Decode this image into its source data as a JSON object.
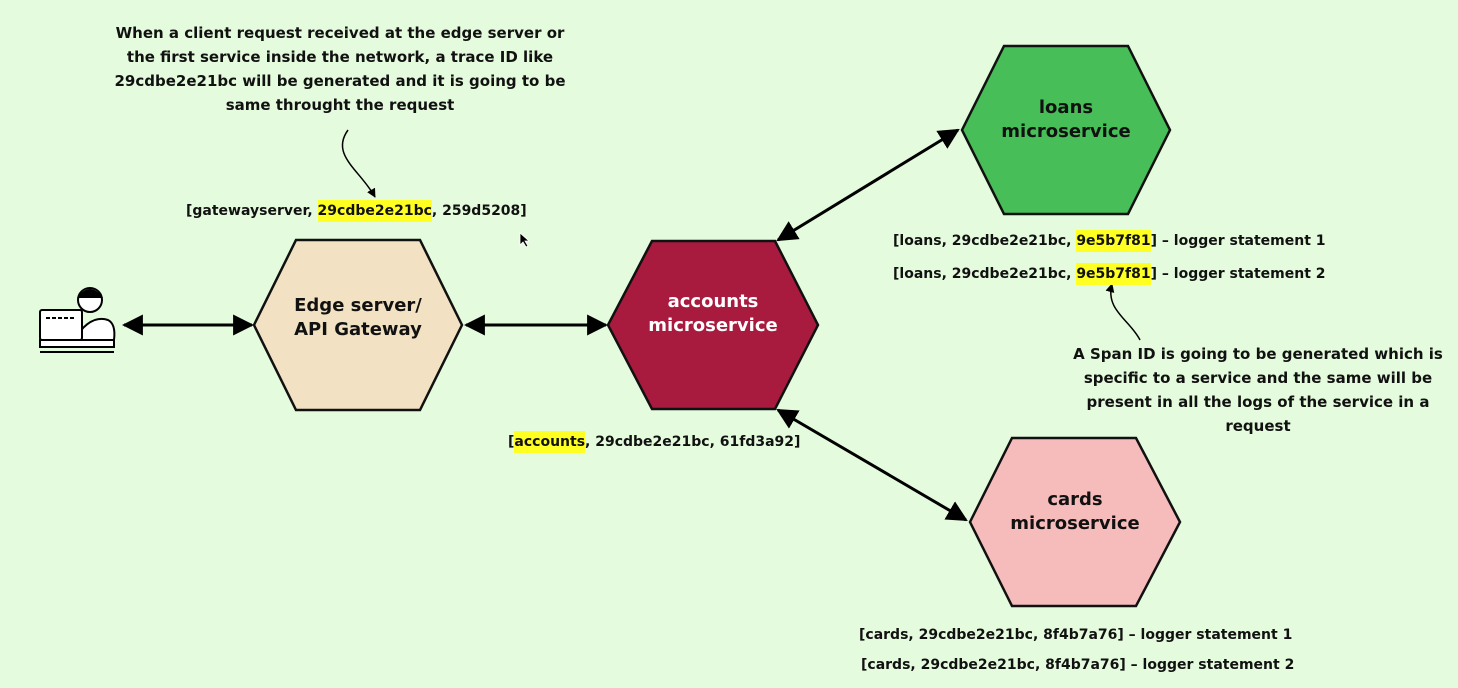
{
  "trace_note": [
    "When a client request received at the edge server or",
    "the first service inside the network, a trace ID like",
    "29cdbe2e21bc will be generated and it is going to be",
    "same throught the request"
  ],
  "span_note": [
    "A Span ID is going to be generated which is",
    "specific to a service and the same will be",
    "present in all the logs of the service in a",
    "request"
  ],
  "gateway": {
    "line1": "Edge server/",
    "line2": "API Gateway",
    "log": {
      "open": "[gatewayserver, ",
      "trace": "29cdbe2e21bc",
      "close": ", 259d5208]"
    }
  },
  "accounts": {
    "line1": "accounts",
    "line2": "microservice",
    "log": {
      "open": "[",
      "service": "accounts",
      "close": ", 29cdbe2e21bc, 61fd3a92]"
    }
  },
  "loans": {
    "line1": "loans",
    "line2": "microservice",
    "logs": [
      {
        "open": "[loans, 29cdbe2e21bc, ",
        "span": "9e5b7f81",
        "close": "] – logger statement 1"
      },
      {
        "open": "[loans, 29cdbe2e21bc, ",
        "span": "9e5b7f81",
        "close": "] – logger statement 2"
      }
    ]
  },
  "cards": {
    "line1": "cards",
    "line2": "microservice",
    "logs": [
      "[cards, 29cdbe2e21bc, 8f4b7a76] – logger statement 1",
      "[cards, 29cdbe2e21bc, 8f4b7a76] – logger statement 2"
    ]
  },
  "colors": {
    "background": "#e4fbdd",
    "gateway": "#f2e2c3",
    "accounts": "#a81a3e",
    "loans": "#47be58",
    "cards": "#f6bcbc",
    "highlight": "#ffff22"
  },
  "icons": {
    "client": "user-at-computer-icon"
  }
}
